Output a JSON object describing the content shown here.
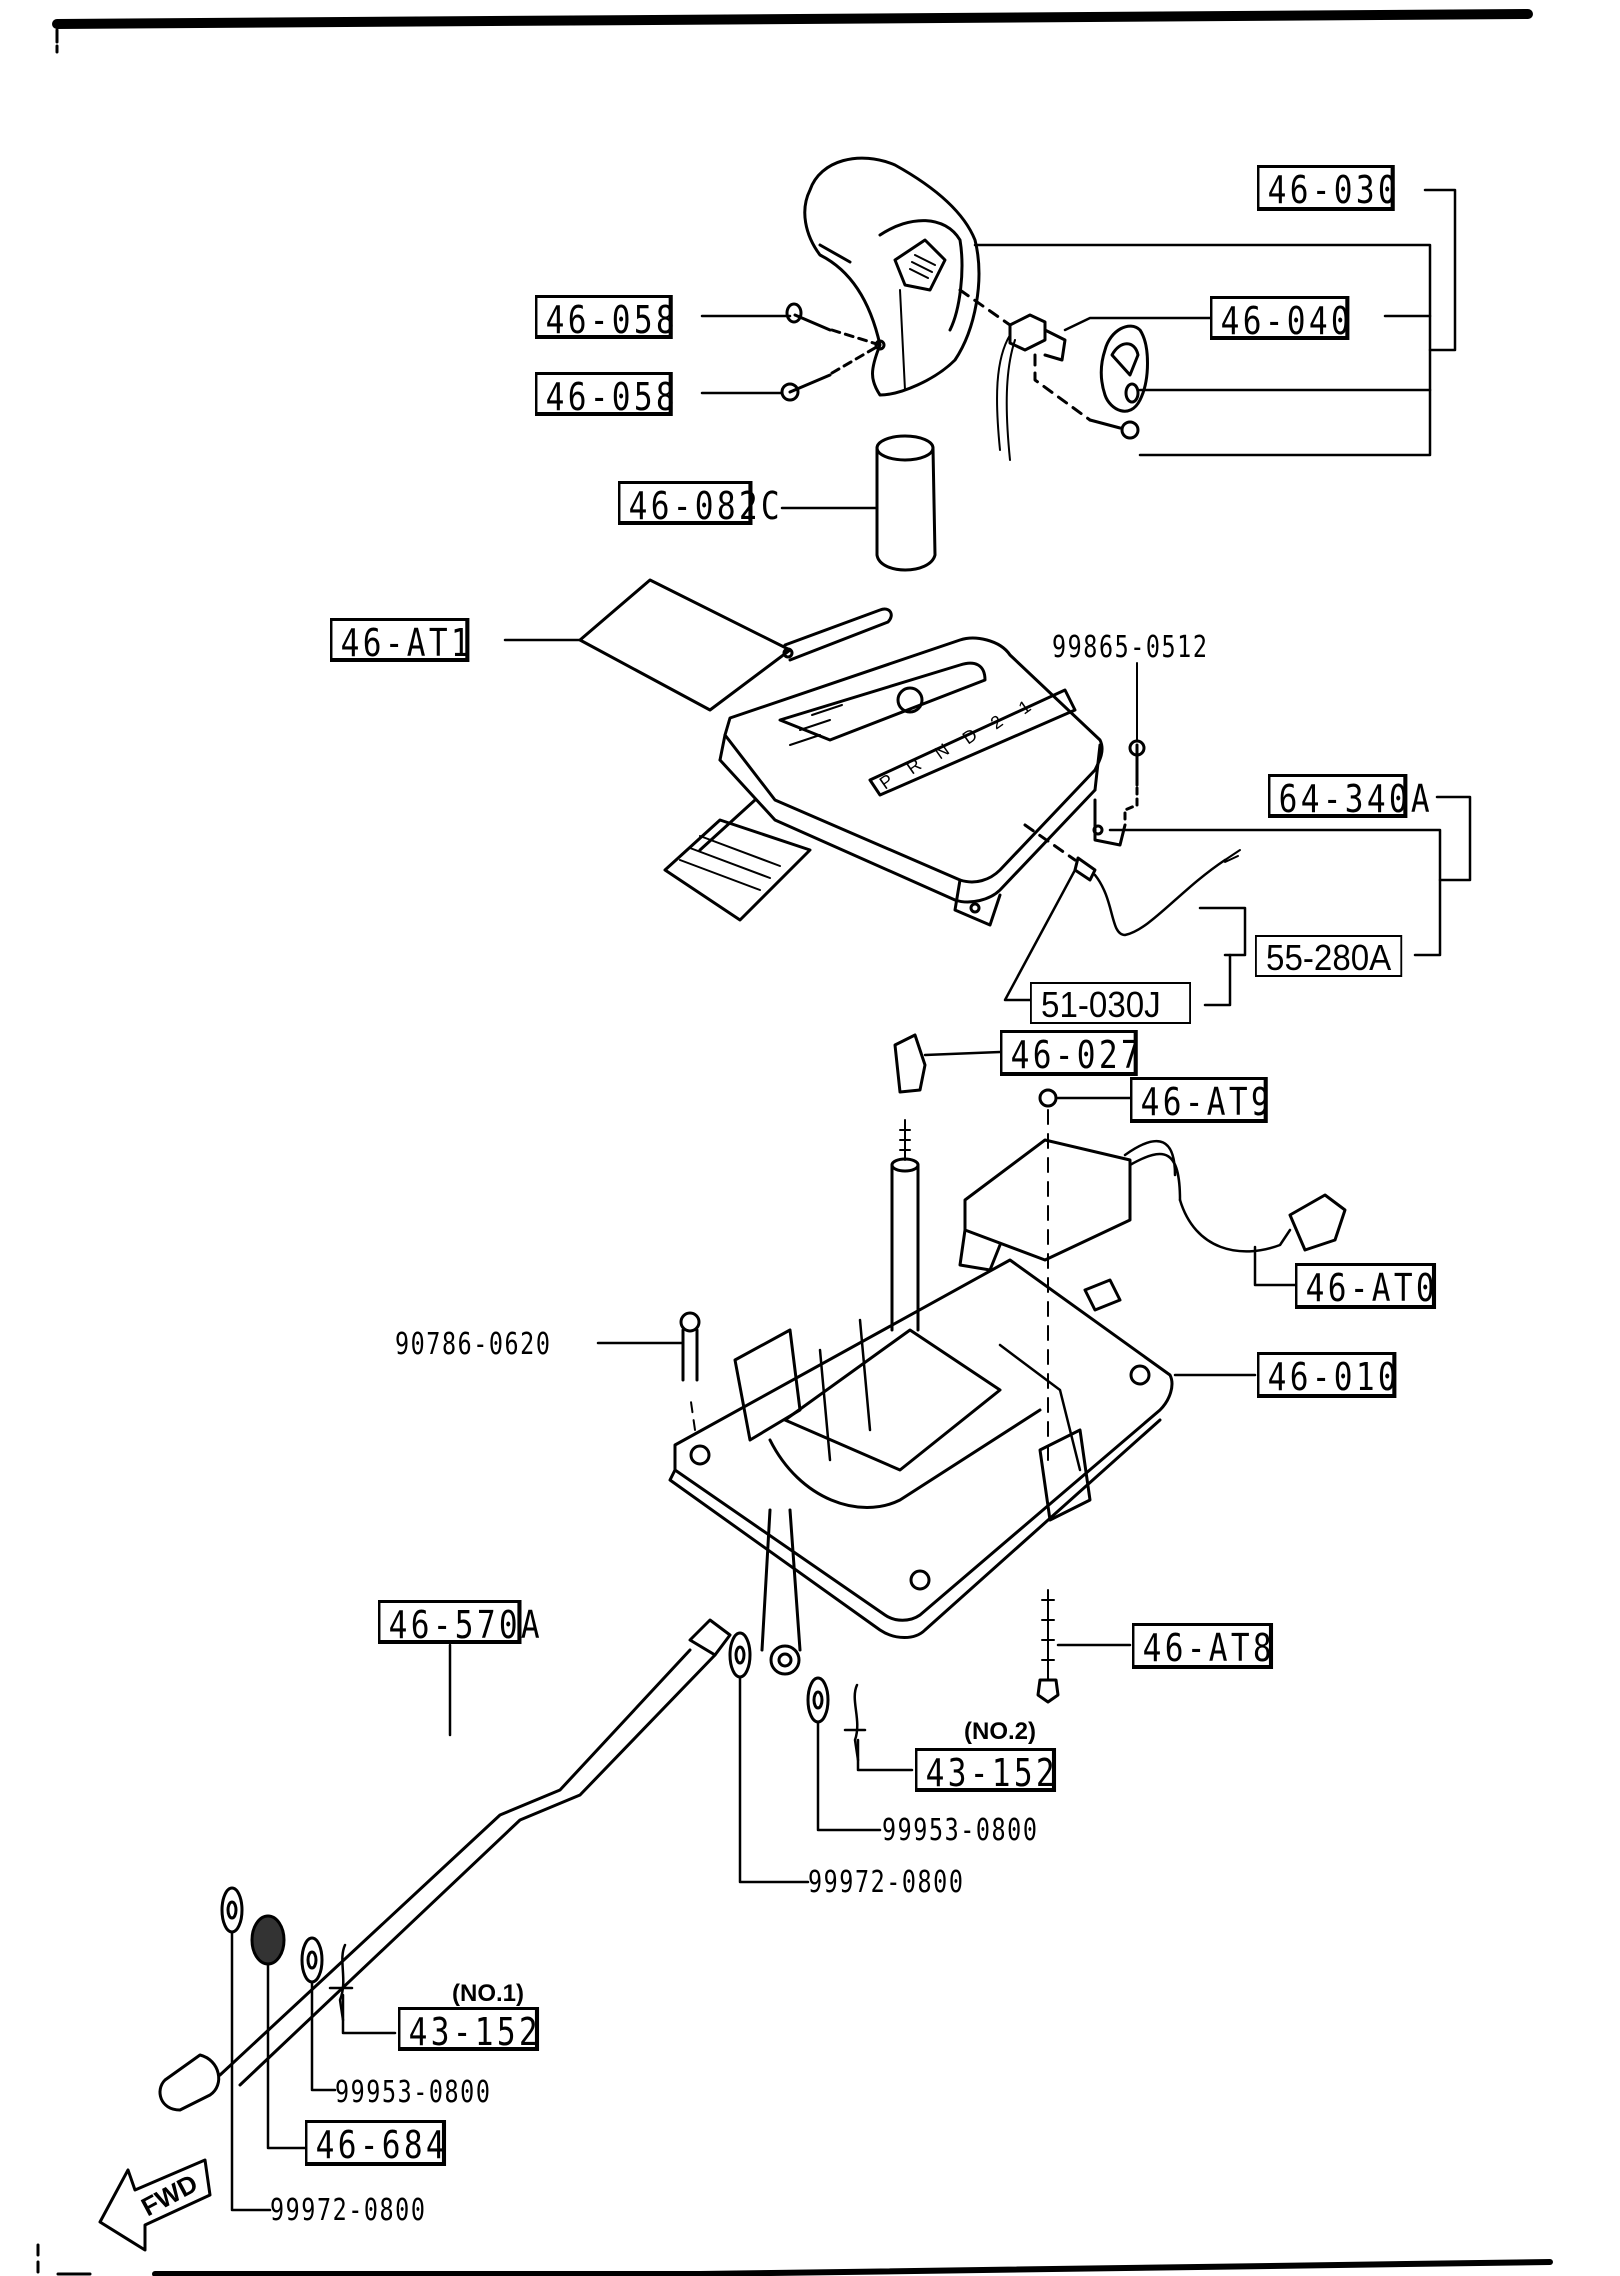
{
  "diagram": {
    "title": "Automatic transmission shift mechanism exploded view",
    "fwd_indicator": "FWD",
    "gate_markings": [
      "P",
      "R",
      "N",
      "D",
      "2",
      "1"
    ],
    "callouts": {
      "knob_assy": "46-030",
      "knob_screw_upper": "46-058",
      "knob_screw_lower": "46-058",
      "switch": "46-040",
      "knob_sleeve": "46-082C",
      "indicator_panel_film": "46-AT1",
      "panel_screw": "99865-0512",
      "indicator_bulb_socket": "64-340A",
      "wiring_harness": "55-280A",
      "bulb": "51-030J",
      "lever_button": "46-027",
      "solenoid_nut": "46-AT9",
      "solenoid_unit": "46-AT0",
      "base_bolt": "90786-0620",
      "shift_lever_base": "46-010",
      "mount_bolt": "46-AT8",
      "shift_rod": "46-570A",
      "clip_no2_note": "(NO.2)",
      "clip_no2": "43-152",
      "washer_upper_a": "99953-0800",
      "washer_upper_b": "99972-0800",
      "clip_no1_note": "(NO.1)",
      "clip_no1": "43-152",
      "washer_lower_a": "99953-0800",
      "bushing": "46-684",
      "washer_lower_b": "99972-0800"
    }
  }
}
